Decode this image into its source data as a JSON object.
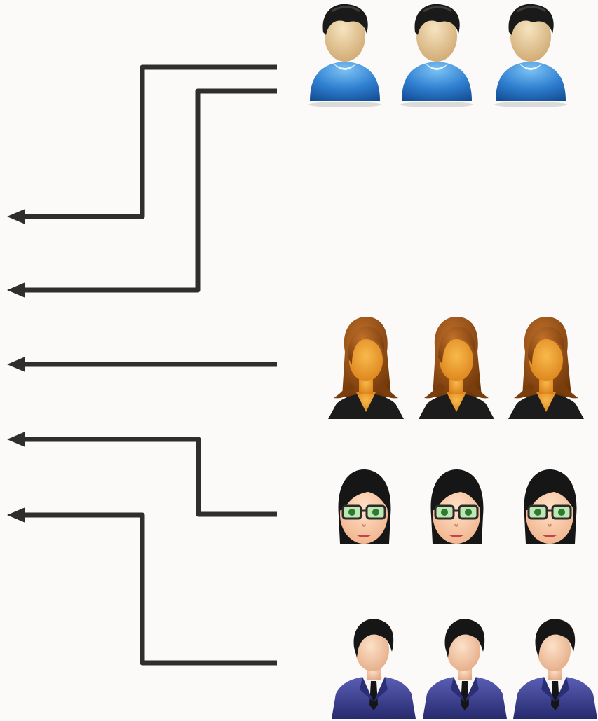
{
  "diagram": {
    "background": "#fbfaf8",
    "connector_color": "#2e2e2e",
    "groups": [
      {
        "id": "blue-users",
        "icon": "user-blue-shirt-icon",
        "count": 3,
        "shirt_color": "#2f7fd0",
        "hair_color": "#1a1a1a",
        "skin_color": "#e6c99a"
      },
      {
        "id": "women-brown-hair",
        "icon": "woman-brown-hair-icon",
        "count": 3,
        "hair_color": "#8a4a14",
        "skin_color": "#e89a2c",
        "jacket_color": "#1c1c1c"
      },
      {
        "id": "women-glasses",
        "icon": "woman-glasses-icon",
        "count": 3,
        "hair_color": "#161616",
        "skin_color": "#f6c7a2",
        "glasses_color": "#2f7a32"
      },
      {
        "id": "businessmen",
        "icon": "businessman-suit-icon",
        "count": 3,
        "suit_color": "#3b3f8f",
        "hair_color": "#161616",
        "skin_color": "#f2c6a5"
      }
    ],
    "connections": [
      {
        "name": "connector-blue-users-to-slot-1",
        "from_group": "blue-users",
        "to_slot": 1
      },
      {
        "name": "connector-blue-users-to-slot-2",
        "from_group": "blue-users",
        "to_slot": 2
      },
      {
        "name": "connector-women-brown-hair-to-slot-3",
        "from_group": "women-brown-hair",
        "to_slot": 3
      },
      {
        "name": "connector-women-glasses-to-slot-4",
        "from_group": "women-glasses",
        "to_slot": 4
      },
      {
        "name": "connector-businessmen-to-slot-5",
        "from_group": "businessmen",
        "to_slot": 5
      }
    ]
  }
}
